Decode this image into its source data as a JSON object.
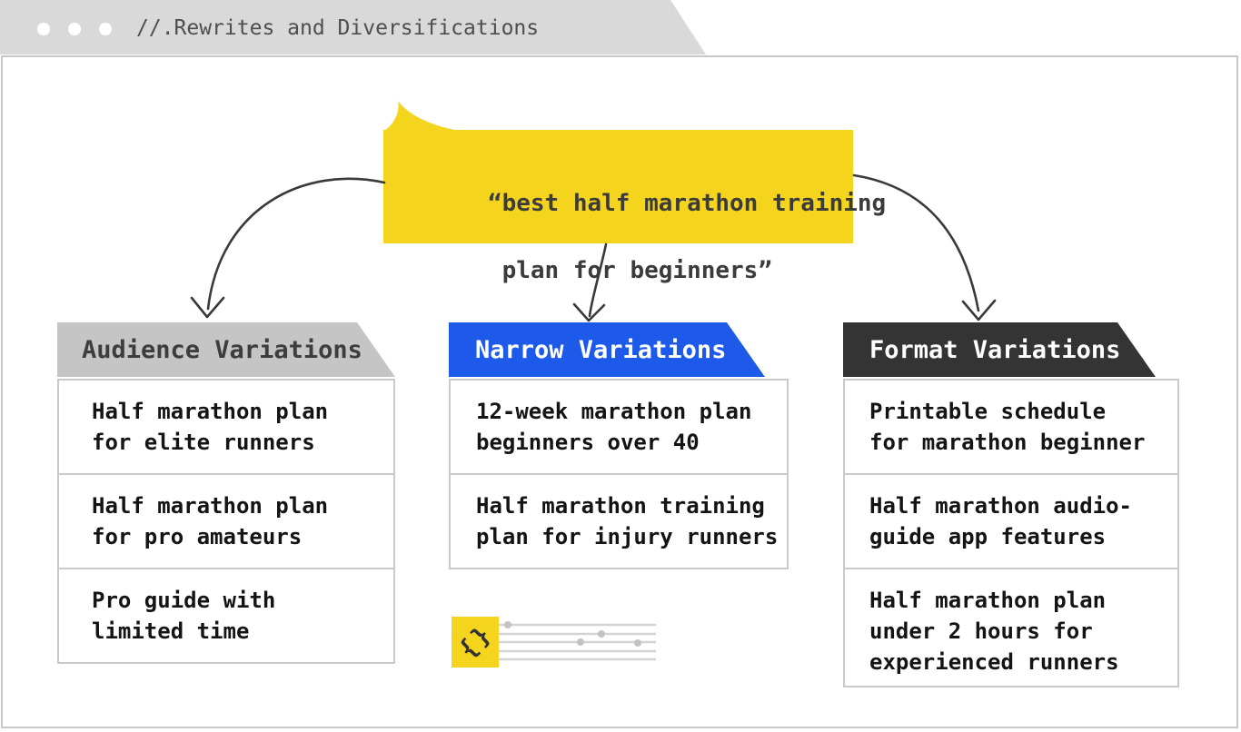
{
  "titlebar": {
    "title": "//.Rewrites and Diversifications"
  },
  "seed_query": {
    "line1": "“best half marathon training",
    "line2": " plan for beginners”",
    "bg_color": "#F5D41E",
    "text_color": "#3B3B3B"
  },
  "columns": [
    {
      "key": "audience",
      "label": "Audience Variations",
      "header_bg": "#C5C5C5",
      "header_fg": "#3D3D3D",
      "items": [
        {
          "lines": [
            "Half marathon plan",
            "for elite runners"
          ]
        },
        {
          "lines": [
            "Half marathon plan",
            "for pro amateurs"
          ]
        },
        {
          "lines": [
            "Pro guide with",
            "limited time"
          ]
        }
      ]
    },
    {
      "key": "narrow",
      "label": "Narrow Variations",
      "header_bg": "#1E5AE9",
      "header_fg": "#FFFFFF",
      "items": [
        {
          "lines": [
            "12-week marathon plan",
            "beginners over 40"
          ]
        },
        {
          "lines": [
            "Half marathon training",
            "plan for injury runners"
          ]
        }
      ]
    },
    {
      "key": "format",
      "label": "Format Variations",
      "header_bg": "#343434",
      "header_fg": "#FFFFFF",
      "items": [
        {
          "lines": [
            "Printable schedule",
            "for marathon beginner"
          ]
        },
        {
          "lines": [
            "Half marathon audio-",
            "guide app features"
          ]
        },
        {
          "lines": [
            "Half marathon plan",
            "under 2 hours for",
            "experienced runners"
          ]
        }
      ]
    }
  ],
  "decoration": {
    "braces_icon": "{}",
    "icon_bg": "#F5D41E"
  },
  "arrow_color": "#3A3A3A"
}
